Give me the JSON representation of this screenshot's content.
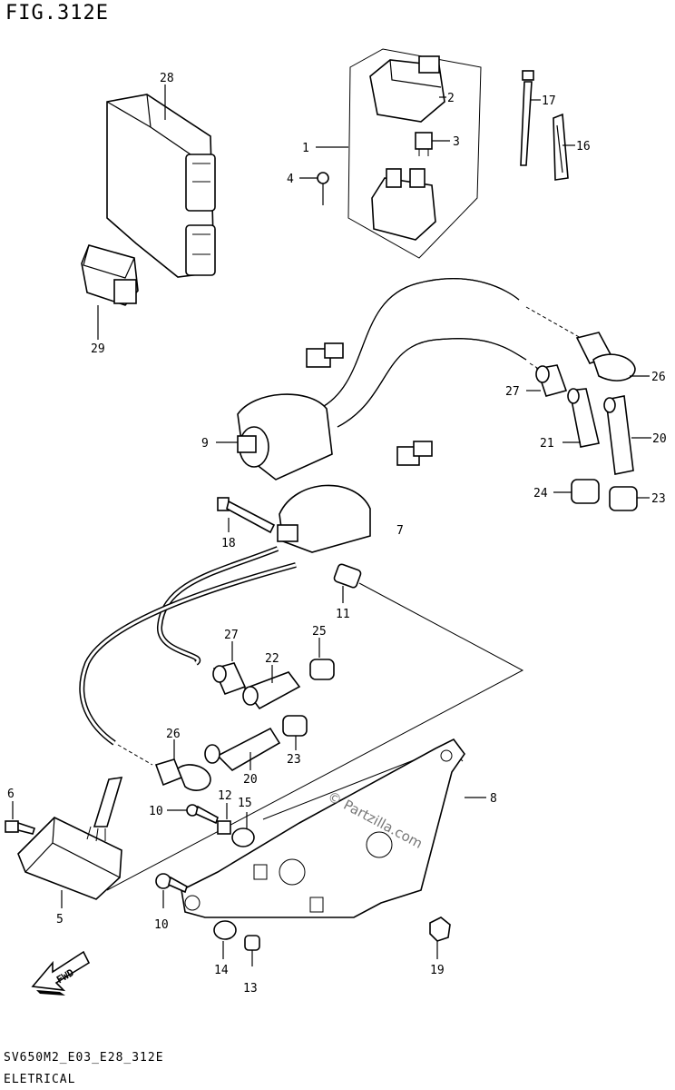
{
  "header": {
    "figure_title": "FIG.312E"
  },
  "footer": {
    "model_code": "SV650M2_E03_E28_312E",
    "section_title": "ELETRICAL"
  },
  "watermark": {
    "text": "© Partzilla.com"
  },
  "direction_arrow": {
    "label": "FWD"
  },
  "callouts": {
    "c1": "1",
    "c2": "2",
    "c3": "3",
    "c4": "4",
    "c5": "5",
    "c6": "6",
    "c7": "7",
    "c8": "8",
    "c9": "9",
    "c10a": "10",
    "c10b": "10",
    "c11": "11",
    "c12": "12",
    "c13": "13",
    "c14": "14",
    "c15": "15",
    "c16": "16",
    "c17": "17",
    "c18": "18",
    "c19": "19",
    "c20a": "20",
    "c20b": "20",
    "c21": "21",
    "c22": "22",
    "c23a": "23",
    "c23b": "23",
    "c24": "24",
    "c25": "25",
    "c26a": "26",
    "c26b": "26",
    "c27a": "27",
    "c27b": "27",
    "c28": "28",
    "c29": "29"
  }
}
